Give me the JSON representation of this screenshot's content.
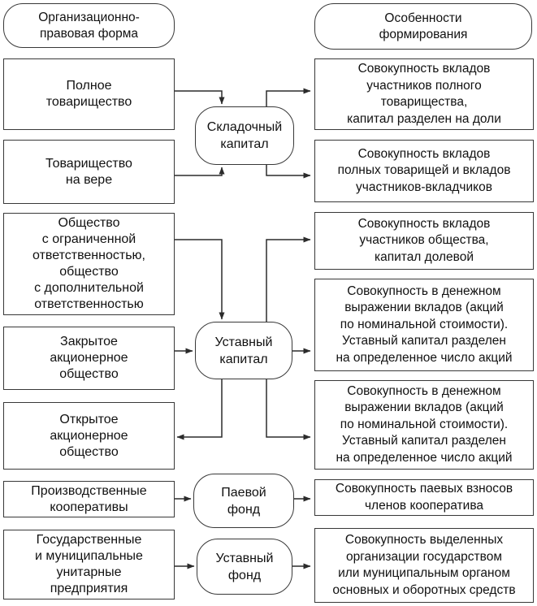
{
  "diagram": {
    "title_implicit": "Схема: организационно-правовые формы и особенности формирования капитала",
    "colors": {
      "background": "#ffffff",
      "border": "#383838",
      "line": "#2b2b2b",
      "text": "#111111"
    },
    "left_header": {
      "label": "Организационно-\nправовая форма"
    },
    "right_header": {
      "label": "Особенности\nформирования"
    },
    "left_column": [
      {
        "label": "Полное\nтоварищество"
      },
      {
        "label": "Товарищество\nна вере"
      },
      {
        "label": "Общество\nс ограниченной\nответственностью,\nобщество\nс дополнительной\nответственностью"
      },
      {
        "label": "Закрытое\nакционерное\nобщество"
      },
      {
        "label": "Открытое\nакционерное\nобщество"
      },
      {
        "label": "Производственные\nкооперативы"
      },
      {
        "label": "Государственные\nи муниципальные\nунитарные\nпредприятия"
      }
    ],
    "capital_nodes": [
      {
        "label": "Складочный\nкапитал"
      },
      {
        "label": "Уставный\nкапитал"
      },
      {
        "label": "Паевой\nфонд"
      },
      {
        "label": "Уставный\nфонд"
      }
    ],
    "right_column": [
      {
        "label": "Совокупность вкладов\nучастников полного\nтоварищества,\nкапитал разделен на доли"
      },
      {
        "label": "Совокупность вкладов\nполных товарищей и вкладов\nучастников-вкладчиков"
      },
      {
        "label": "Совокупность вкладов\nучастников общества,\nкапитал долевой"
      },
      {
        "label": "Совокупность в денежном\nвыражении вкладов (акций\nпо номинальной стоимости).\nУставный капитал разделен\nна определенное число акций"
      },
      {
        "label": "Совокупность в денежном\nвыражении вкладов (акций\nпо номинальной стоимости).\nУставный капитал разделен\nна определенное число акций"
      },
      {
        "label": "Совокупность паевых взносов\nчленов кооператива"
      },
      {
        "label": "Совокупность выделенных\nорганизации государством\nили муниципальным органом\nосновных и оборотных средств"
      }
    ]
  }
}
